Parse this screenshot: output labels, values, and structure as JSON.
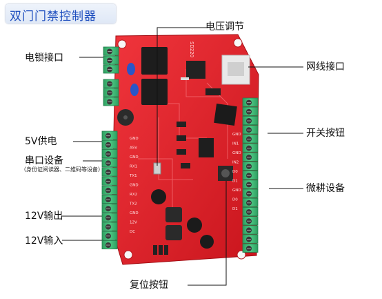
{
  "title": "双门门禁控制器",
  "labels": {
    "lock": "电锁接口",
    "voltage": "电压调节",
    "network": "网线接口",
    "power5v": "5V供电",
    "serial": "串口设备",
    "serial_note": "（身份证阅读器、二维码等设备）",
    "switch_button": "开关按钮",
    "wiegand": "微耕设备",
    "out12v": "12V输出",
    "in12v": "12V输入",
    "reset": "复位按钮"
  },
  "board": {
    "model": "SD220",
    "pcb_color": "#e8232b",
    "terminal_color": "#3cb878",
    "left_pins": [
      "GND",
      "A5V",
      "GND",
      "RX1",
      "TX1",
      "GND",
      "RX2",
      "TX2",
      "GND",
      "12V",
      "DC"
    ],
    "right_pins": [
      "GND",
      "IN1",
      "GND",
      "IN2",
      "D0",
      "D1",
      "GND",
      "D0",
      "D1"
    ]
  }
}
